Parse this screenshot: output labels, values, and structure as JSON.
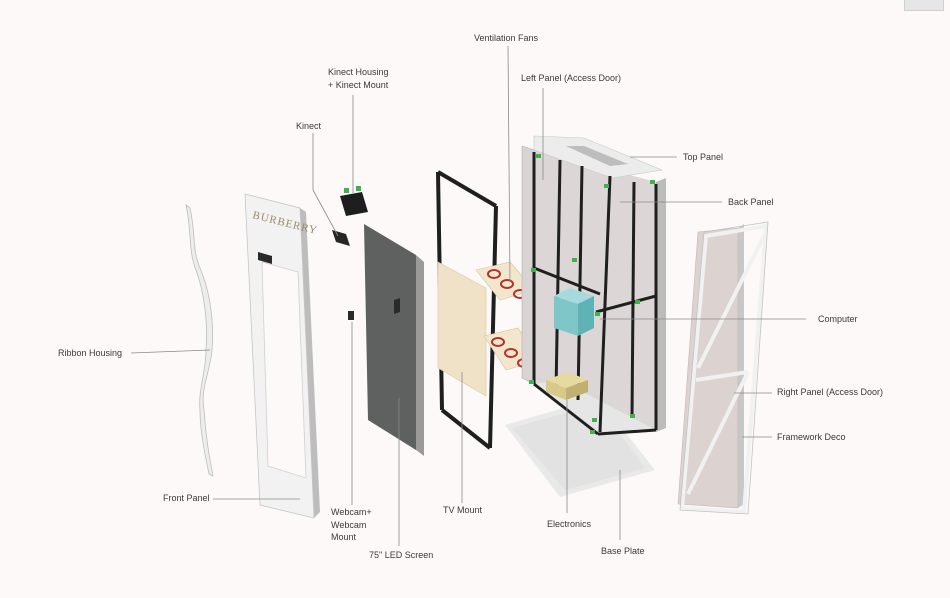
{
  "labels": {
    "ventilation_fans": "Ventilation Fans",
    "left_panel": "Left Panel (Access Door)",
    "kinect_housing": "Kinect Housing\n+ Kinect Mount",
    "kinect": "Kinect",
    "top_panel": "Top Panel",
    "back_panel": "Back Panel",
    "ribbon_housing": "Ribbon Housing",
    "computer": "Computer",
    "right_panel": "Right Panel (Access Door)",
    "framework_deco": "Framework Deco",
    "front_panel": "Front Panel",
    "webcam": "Webcam+\nWebcam\nMount",
    "tv_mount": "TV Mount",
    "led_screen": "75\" LED Screen",
    "electronics": "Electronics",
    "base_plate": "Base Plate"
  },
  "branding": {
    "logo_text": "BURBERRY"
  },
  "colors": {
    "background": "#fcf9f8",
    "leader_line": "#8a8a8a",
    "panel_white": "#f2f2f2",
    "panel_shadow": "#c9c9c9",
    "screen_dark": "#5f6060",
    "frame_black": "#1f1f1f",
    "back_panel": "#ddd6d6",
    "computer": "#7fc6c9",
    "electronics": "#d8c98a",
    "wood": "#efe2c6",
    "green_bracket": "#3fb24a"
  }
}
